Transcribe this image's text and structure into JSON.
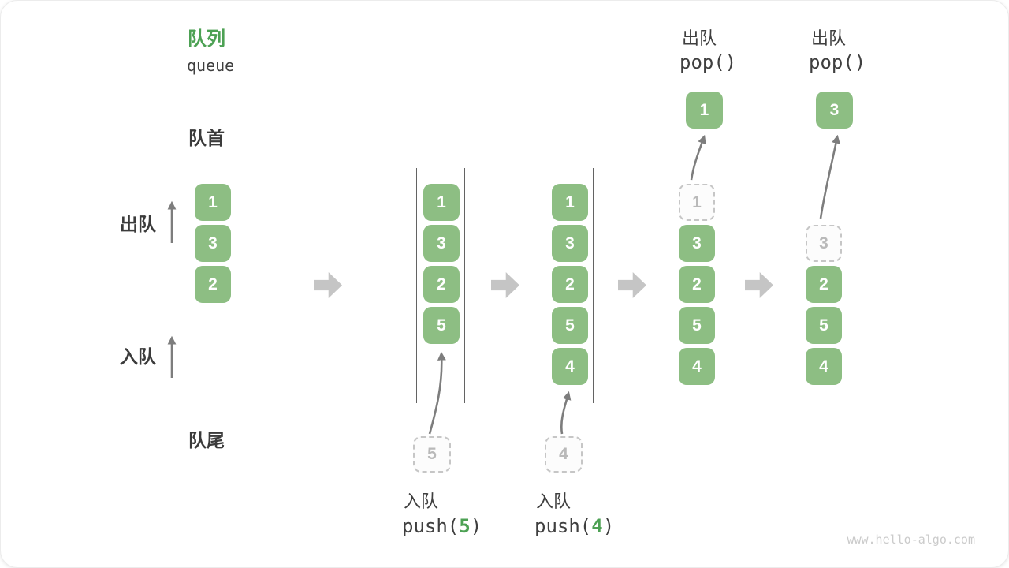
{
  "header": {
    "title_zh": "队列",
    "title_en": "queue"
  },
  "labels": {
    "front": "队首",
    "rear": "队尾",
    "dequeue_side": "出队",
    "enqueue_side": "入队"
  },
  "states": [
    {
      "items": [
        "1",
        "3",
        "2"
      ]
    },
    {
      "items": [
        "1",
        "3",
        "2",
        "5"
      ],
      "pending": "5",
      "op": {
        "action": "入队",
        "fn_open": "push(",
        "arg": "5",
        "fn_close": ")"
      }
    },
    {
      "items": [
        "1",
        "3",
        "2",
        "5",
        "4"
      ],
      "pending": "4",
      "op": {
        "action": "入队",
        "fn_open": "push(",
        "arg": "4",
        "fn_close": ")"
      }
    },
    {
      "items": [
        "3",
        "2",
        "5",
        "4"
      ],
      "ghost": "1",
      "popped": "1",
      "op": {
        "action": "出队",
        "code": "pop()"
      }
    },
    {
      "items": [
        "2",
        "5",
        "4"
      ],
      "ghost": "3",
      "popped": "3",
      "op": {
        "action": "出队",
        "code": "pop()"
      }
    }
  ],
  "watermark": "www.hello-algo.com",
  "colors": {
    "item_green": "#8dbe83",
    "title_green": "#4da154",
    "text_dark": "#3f3f3f",
    "thin_arrow_gray": "#7d7d7d",
    "block_arrow_gray": "#c5c5c5",
    "ghost_gray": "#b9b9b9",
    "wall_gray": "#636363"
  }
}
